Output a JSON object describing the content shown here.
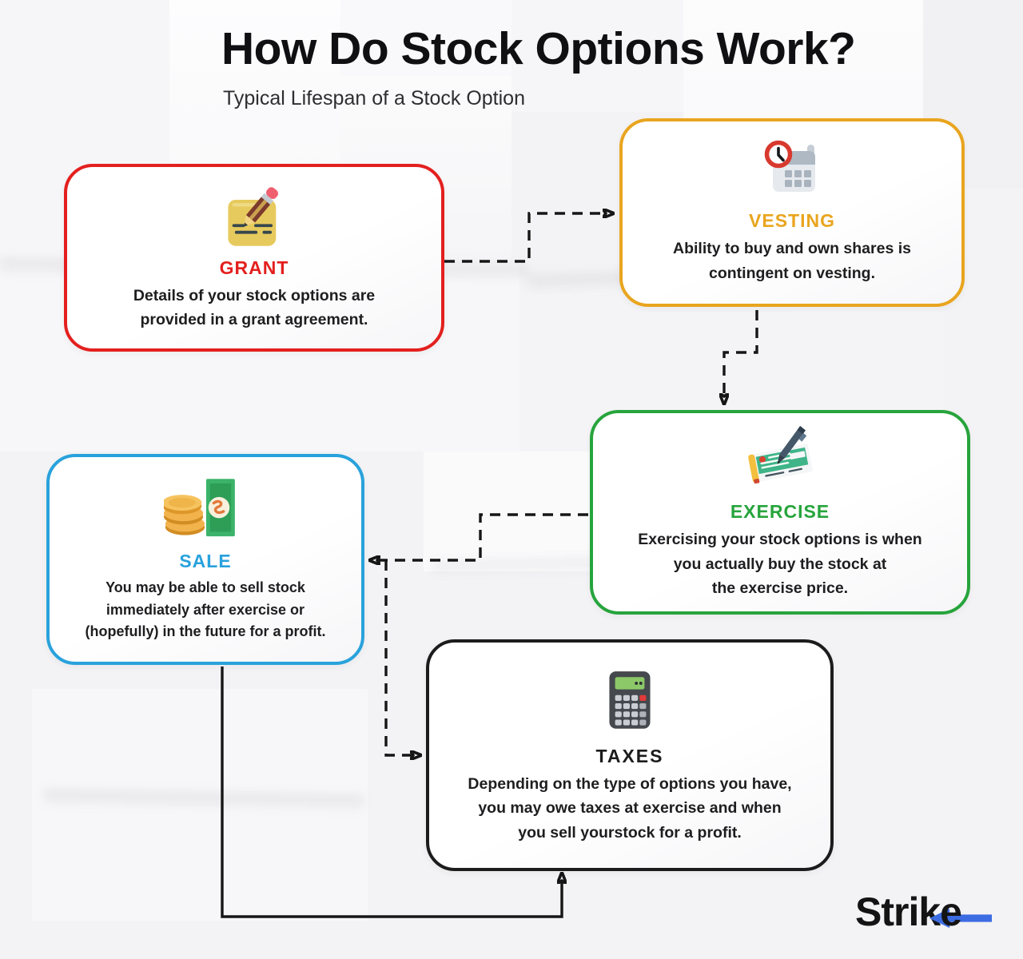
{
  "page": {
    "title": "How Do Stock Options Work?",
    "subtitle": "Typical Lifespan of a Stock Option",
    "background_color": "#f3f3f5",
    "connector_color": "#161616"
  },
  "steps": [
    {
      "id": "grant",
      "title": "GRANT",
      "accent": "#e3201e",
      "icon": "pencil-note-icon",
      "description": "Details of your stock options are\nprovided in a grant agreement."
    },
    {
      "id": "vesting",
      "title": "VESTING",
      "accent": "#e9a51f",
      "icon": "calendar-clock-icon",
      "description": "Ability to buy and own shares is\ncontingent on vesting."
    },
    {
      "id": "exercise",
      "title": "EXERCISE",
      "accent": "#27a43c",
      "icon": "cheque-pen-icon",
      "description": "Exercising your stock options is when\nyou actually buy the stock at\nthe exercise price."
    },
    {
      "id": "sale",
      "title": "SALE",
      "accent": "#29a2dc",
      "icon": "coins-banknote-icon",
      "description": "You may be able to sell stock\nimmediately after exercise or\n(hopefully) in the future for a profit."
    },
    {
      "id": "taxes",
      "title": "TAXES",
      "accent": "#1c1c1c",
      "icon": "calculator-icon",
      "description": "Depending on the type of options you have,\nyou may owe taxes at exercise and when\nyou sell yourstock for a profit."
    }
  ],
  "logo": {
    "text_left": "Strik",
    "text_right": "e",
    "text_color": "#141414",
    "arrow_color": "#3c6ce2"
  }
}
